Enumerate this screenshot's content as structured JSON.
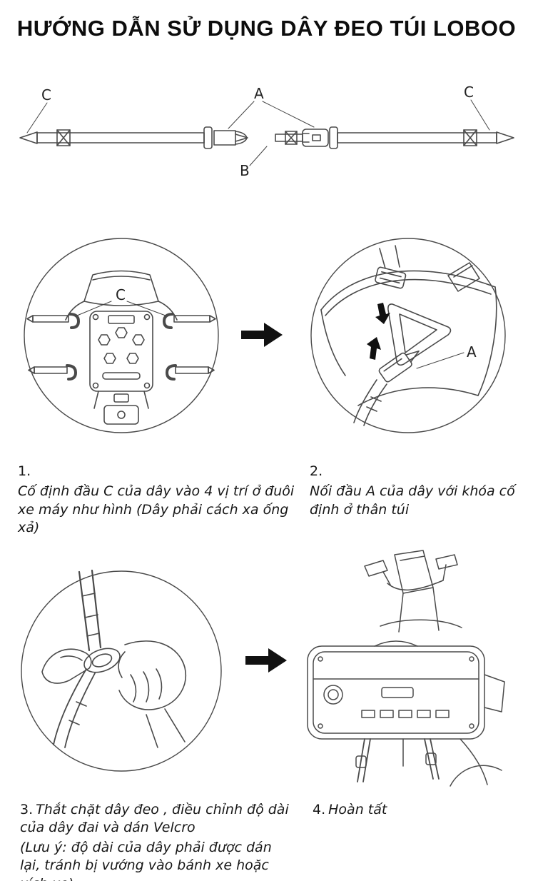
{
  "page": {
    "title": "HƯỚNG DẪN SỬ DỤNG DÂY ĐEO TÚI LOBOO"
  },
  "strap_diagram": {
    "labels": {
      "c_left": "C",
      "a": "A",
      "c_right": "C",
      "b": "B"
    }
  },
  "illustrations": {
    "step1_label": "C",
    "step2_label": "A",
    "step_arrow_icon": "right-arrow"
  },
  "steps": {
    "step1": {
      "number": "1.",
      "text": "Cố định đầu C của dây vào 4 vị trí ở đuôi xe máy như hình (Dây phải cách xa ống xả)"
    },
    "step2": {
      "number": "2.",
      "text": "Nối đầu A của dây với khóa cố định ở thân túi"
    },
    "step3": {
      "number": "3.",
      "text": "Thắt chặt dây đeo , điều chỉnh độ dài của dây đai và dán Velcro",
      "note": "(Lưu ý: độ dài của dây phải được dán lại, tránh bị vướng vào bánh xe hoặc xích xe)"
    },
    "step4": {
      "number": "4.",
      "text": "Hoàn tất"
    }
  },
  "colors": {
    "ink": "#4a4a4a",
    "text": "#171717",
    "background": "#ffffff",
    "arrow": "#111111"
  }
}
